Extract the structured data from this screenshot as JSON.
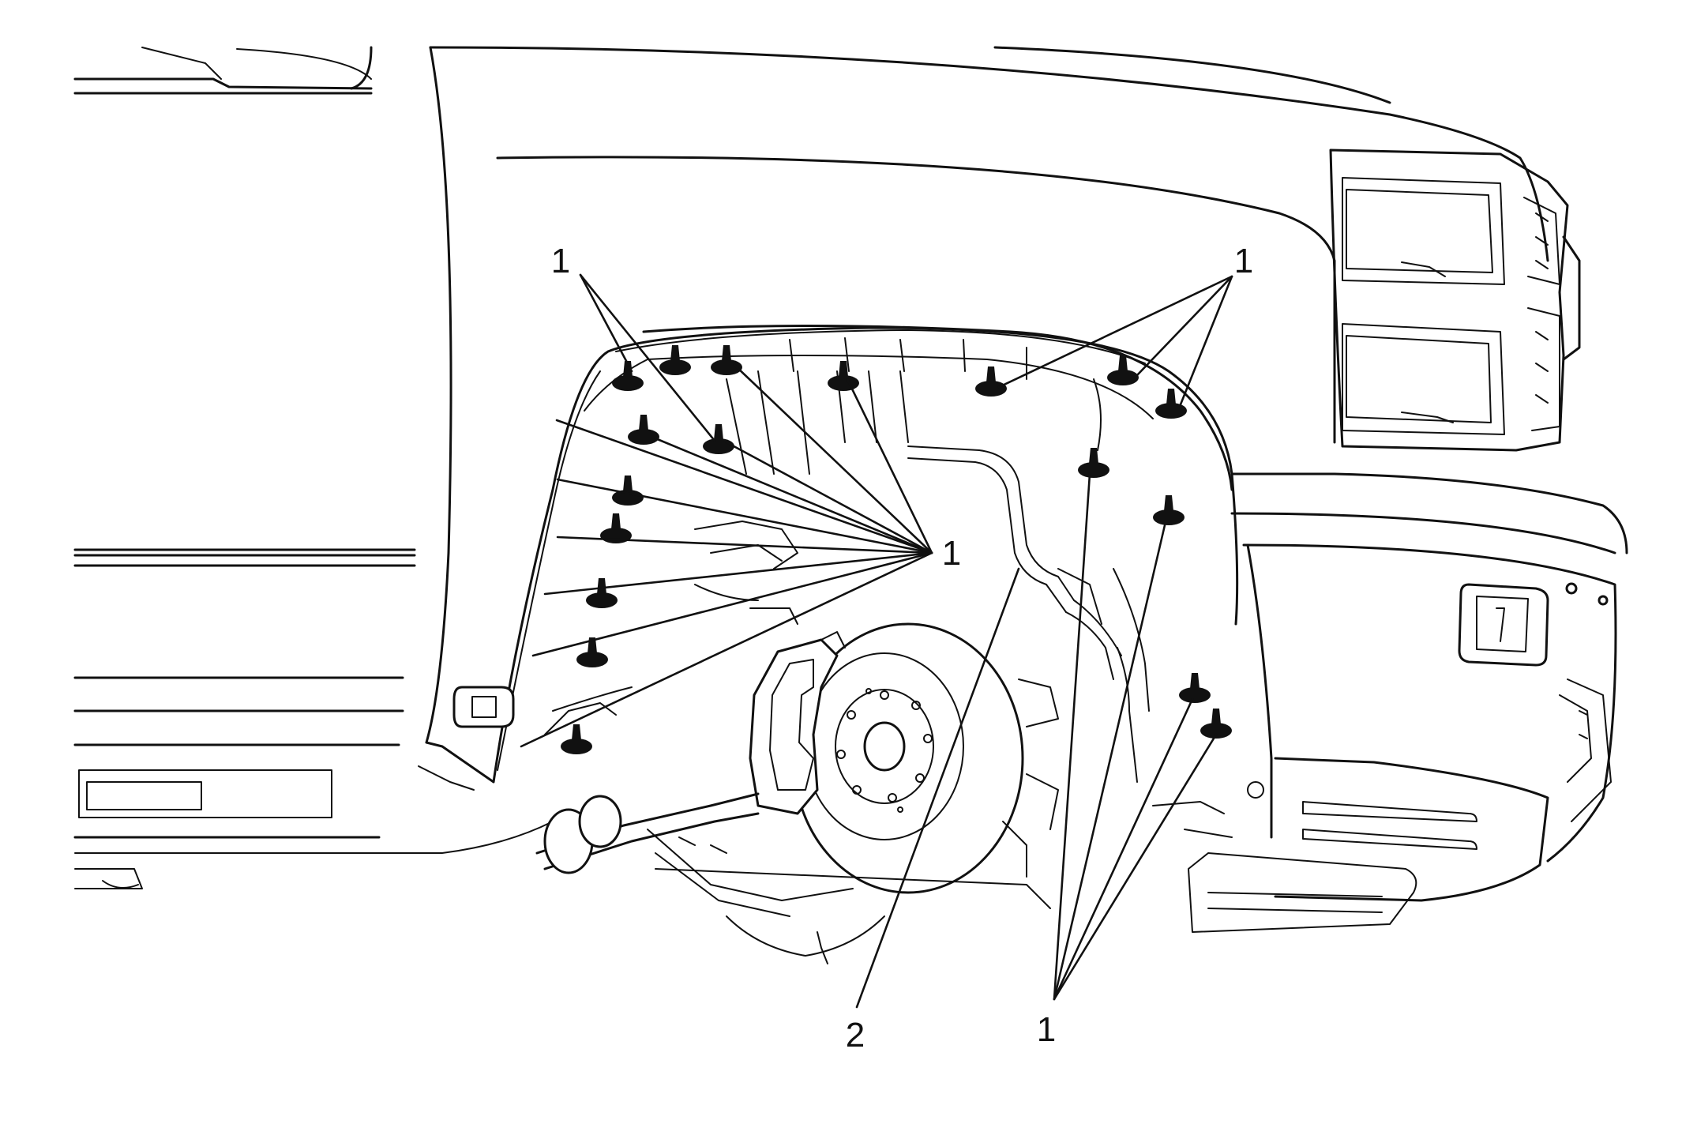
{
  "callouts": {
    "c1a": "1",
    "c1b": "1",
    "c1c": "1",
    "c1d": "1",
    "c2": "2"
  },
  "colors": {
    "line": "#111111",
    "background": "#ffffff"
  },
  "icons": {
    "fastener": "push-pin-retainer-icon"
  }
}
